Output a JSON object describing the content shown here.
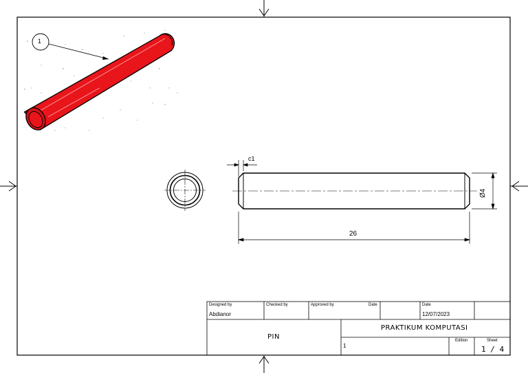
{
  "balloon": {
    "number": "1"
  },
  "dimensions": {
    "chamfer": "c1",
    "diameter": "Ø4",
    "length": "26"
  },
  "title_block": {
    "designed_by_label": "Designed by",
    "designed_by": "Abdianor",
    "checked_by_label": "Checked by",
    "approved_by_label": "Approved by",
    "date_label_1": "Date",
    "date_label_2": "Date",
    "date": "12/07/2023",
    "part_name": "PIN",
    "project": "PRAKTIKUM KOMPUTASI",
    "quantity": "1",
    "edition_label": "Edition",
    "sheet_label": "Sheet",
    "sheet": "1 / 4"
  },
  "colors": {
    "pin": "#e8151b",
    "line": "#000000"
  }
}
